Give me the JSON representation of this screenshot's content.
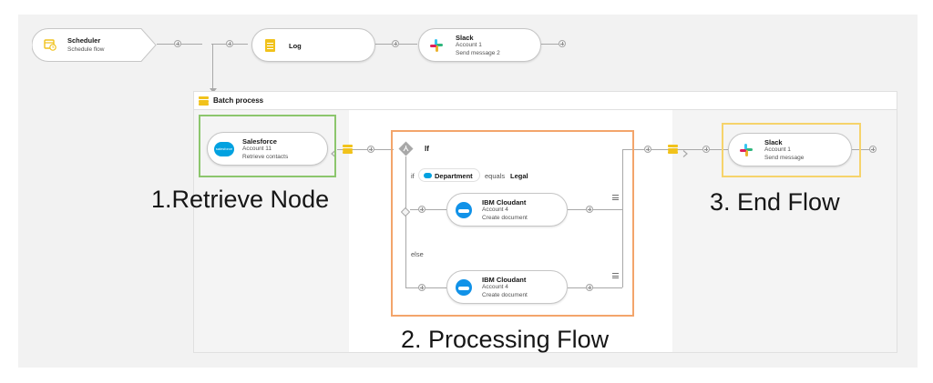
{
  "top_flow": {
    "scheduler": {
      "title": "Scheduler",
      "subtitle": "Schedule flow",
      "icon": "calendar-clock-icon"
    },
    "log": {
      "title": "Log",
      "icon": "document-icon"
    },
    "slack": {
      "title": "Slack",
      "account": "Account 1",
      "action": "Send message 2",
      "icon": "slack-icon"
    }
  },
  "batch": {
    "title": "Batch process",
    "salesforce": {
      "title": "Salesforce",
      "account": "Account 11",
      "action": "Retrieve contacts",
      "logo_text": "salesforce"
    },
    "if_node": {
      "label": "If",
      "condition_prefix": "if",
      "field": "Department",
      "operator": "equals",
      "value": "Legal",
      "else_label": "else"
    },
    "cloudant_if": {
      "title": "IBM Cloudant",
      "account": "Account 4",
      "action": "Create document"
    },
    "cloudant_else": {
      "title": "IBM Cloudant",
      "account": "Account 4",
      "action": "Create document"
    },
    "slack_end": {
      "title": "Slack",
      "account": "Account 1",
      "action": "Send message"
    }
  },
  "annotations": {
    "retrieve": "1.Retrieve Node",
    "processing": "2. Processing Flow",
    "end": "3. End Flow"
  },
  "colors": {
    "retrieve_box": "#8cc66d",
    "processing_box": "#f3a56b",
    "end_box": "#f6d36b",
    "accent_yellow": "#f1c21b",
    "salesforce_blue": "#00a1e0",
    "cloudant_blue": "#1192e8"
  }
}
